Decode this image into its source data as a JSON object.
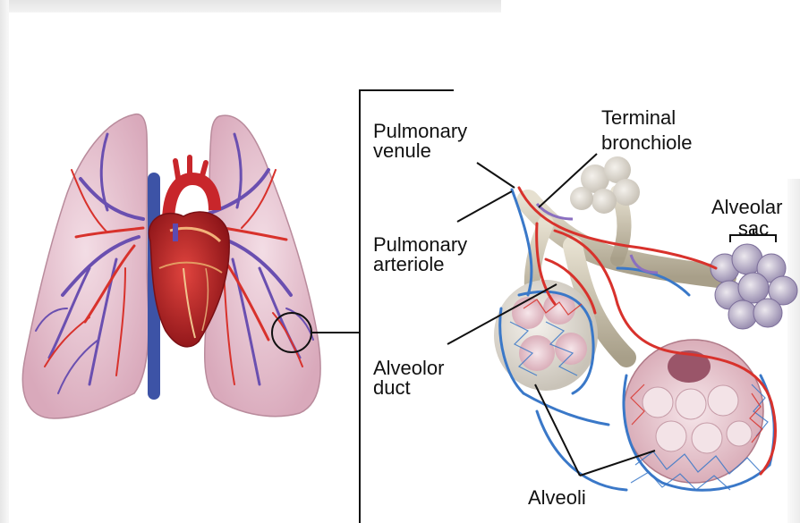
{
  "labels": {
    "pulmonary_venule": [
      "Pulmonary",
      "venule"
    ],
    "terminal_bronchiole": [
      "Terminal",
      "bronchiole"
    ],
    "alveolar_sac": [
      "Alveolar",
      "sac"
    ],
    "pulmonary_arteriole": [
      "Pulmonary",
      "arteriole"
    ],
    "alveolor_duct": [
      "Alveolor",
      "duct"
    ],
    "alveoli": "Alveoli"
  },
  "colors": {
    "artery": "#d8322c",
    "vein": "#6a4fb0",
    "capillary_blue": "#3a78c8",
    "lung_tissue": "#e6c3cf",
    "heart": "#b52025",
    "bronchiole": "#cfc7b4",
    "alveolar_sac": "#a69bbf"
  }
}
